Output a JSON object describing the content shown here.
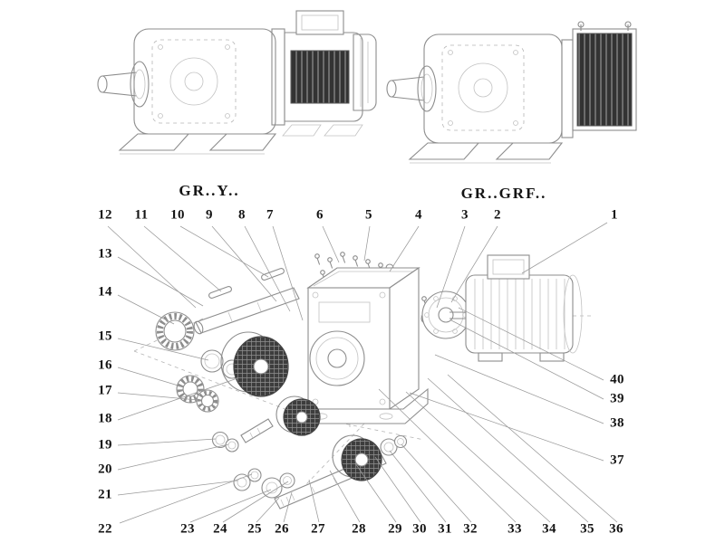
{
  "variants": {
    "left_label": "GR..Y..",
    "right_label": "GR..GRF.."
  },
  "callouts": {
    "top": [
      "12",
      "11",
      "10",
      "9",
      "8",
      "7",
      "6",
      "5",
      "4",
      "3",
      "2",
      "1"
    ],
    "left": [
      "13",
      "14",
      "15",
      "16",
      "17",
      "18",
      "19",
      "20",
      "21",
      "22"
    ],
    "bottom": [
      "23",
      "24",
      "25",
      "26",
      "27",
      "28",
      "29",
      "30",
      "31",
      "32",
      "33",
      "34",
      "35",
      "36"
    ],
    "right": [
      "40",
      "39",
      "38",
      "37"
    ]
  },
  "colors": {
    "line": "#8d8d8d",
    "dark_part": "#3d3d3d",
    "text": "#141414"
  },
  "icons": {
    "drawing_left": "gear-motor-assembly-drawing",
    "drawing_right": "gear-reducer-flange-drawing",
    "exploded": "exploded-parts-drawing"
  }
}
